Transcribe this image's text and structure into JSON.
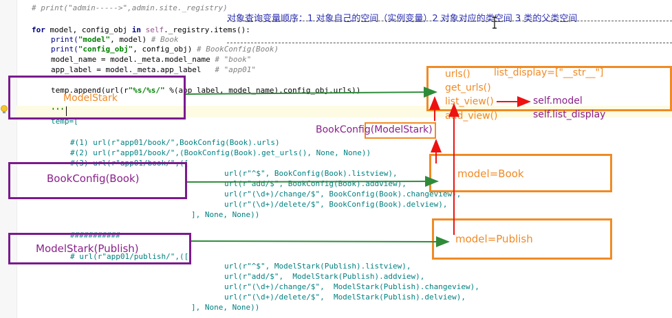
{
  "code": {
    "l0": "# print(\"admin----->\",admin.site._registry)",
    "l1_for": "for",
    "l1_vars": " model, config_obj ",
    "l1_in": "in",
    "l1_self": " self",
    "l1_rest": "._registry.items():",
    "l2_a": "print(",
    "l2_s": "\"model\"",
    "l2_b": ", model) ",
    "l2_c": "# Book",
    "l3_a": "print(",
    "l3_s": "\"config_obj\"",
    "l3_b": ", config_obj) ",
    "l3_c": "# BookConfig(Book)",
    "l4_a": "model_name = model._meta.model_name ",
    "l4_c": "# \"book\"",
    "l5_a": "app_label = model._meta.app_label   ",
    "l5_c": "# \"app01\"",
    "l6_a": "temp.append(url(r",
    "l6_s": "\"%s/%s/\"",
    "l6_b": " %(app_label, model_name),config_obj.urls))",
    "l7": "'''",
    "l8": "temp=[",
    "l9": "#(1) url(r\"app01/book/\",BookConfig(Book).urls)",
    "l10": "#(2) url(r\"app01/book/\",(BookConfig(Book).get_urls(), None, None))",
    "l11": "#(3) url(r\"app01/book/\",([",
    "l12": "url(r\"^$\", BookConfig(Book).listview),",
    "l13": "url(r\"add/$\", BookConfig(Book).addview),",
    "l14": "url(r\"(\\d+)/change/$\", BookConfig(Book).changeview),",
    "l15": "url(r\"(\\d+)/delete/$\", BookConfig(Book).delview),",
    "l16": "], None, None))",
    "l17": "###########",
    "l18": "# url(r\"app01/publish/\",([",
    "l19": "url(r\"^$\", ModelStark(Publish).listview),",
    "l20": "url(r\"add/$\",  ModelStark(Publish).addview),",
    "l21": "url(r\"(\\d+)/change/$\",  ModelStark(Publish).changeview),",
    "l22": "url(r\"(\\d+)/delete/$\",  ModelStark(Publish).delview),",
    "l23": "], None, None))"
  },
  "annotations": {
    "header_note": "对象查询变量顺序：1 对象自己的空间（实例变量）2 对象对应的类空间 3 类的父类空间",
    "modelstark_label": "ModelStark",
    "methods": [
      "urls()",
      "get_urls()",
      "list_view()",
      "add_view()"
    ],
    "list_display": "list_display=[\"__str__\"]",
    "self_model": "self.model",
    "self_list_display": "self.list_display",
    "bookconfig_modelstark": "BookConfig(ModelStark)",
    "model_book": "model=Book",
    "bookconfig_book": "BookConfig(Book)",
    "modelstark_publish": "ModelStark(Publish)",
    "model_publish": "model=Publish"
  },
  "colors": {
    "purple": "#7a1a8c",
    "orange": "#f08a24",
    "green": "#2e8b3a",
    "red": "#ee1111",
    "purple_text": "#8a1f8a",
    "dark_green_text": "#1b5e20"
  },
  "icons": [
    "lightbulb-icon",
    "text-cursor-icon"
  ]
}
